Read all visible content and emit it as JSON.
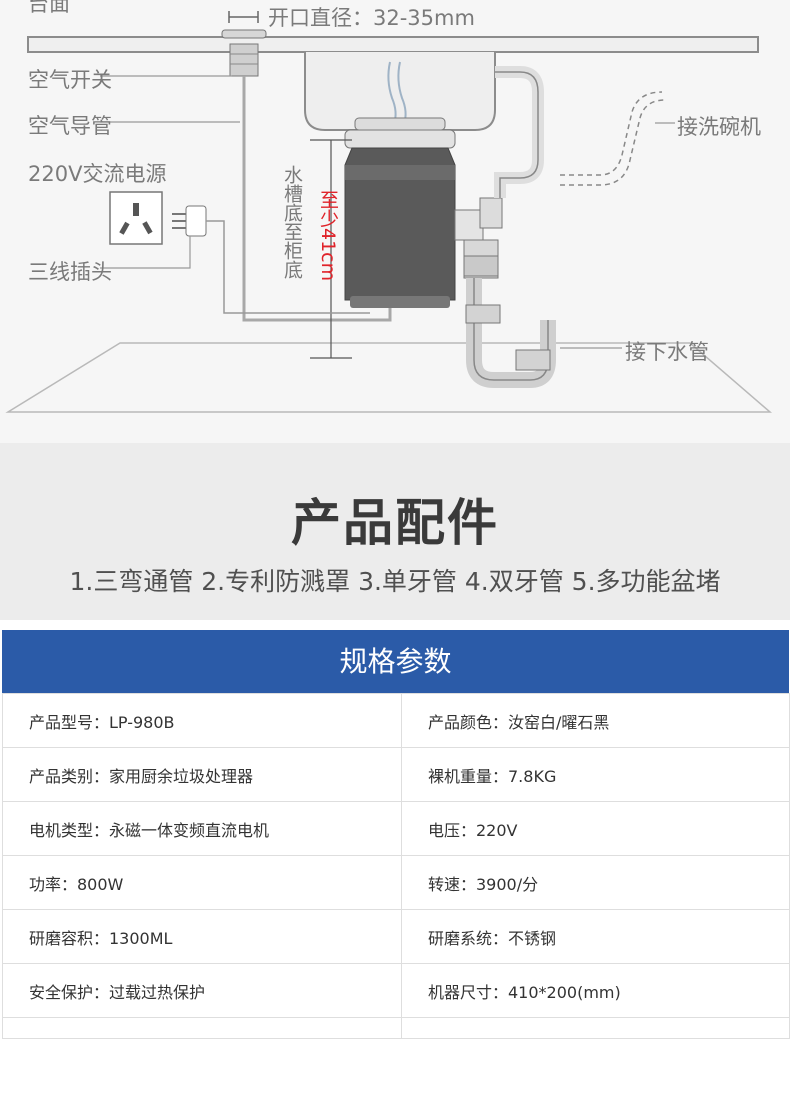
{
  "diagram": {
    "labels": {
      "countertop": "台面",
      "opening": "开口直径：32-35mm",
      "air_switch": "空气开关",
      "air_tube": "空气导管",
      "power": "220V交流电源",
      "plug": "三线插头",
      "height": "水槽底至柜底",
      "min_height": "至少41cm",
      "dishwasher": "接洗碗机",
      "drain": "接下水管"
    }
  },
  "accessories": {
    "title": "产品配件",
    "list": "1.三弯通管  2.专利防溅罩  3.单牙管  4.双牙管  5.多功能盆堵"
  },
  "specs": {
    "title": "规格参数",
    "rows": [
      [
        "产品型号：LP-980B",
        "产品颜色：汝窑白/曜石黑"
      ],
      [
        "产品类别：家用厨余垃圾处理器",
        "裸机重量：7.8KG"
      ],
      [
        "电机类型：永磁一体变频直流电机",
        "电压：220V"
      ],
      [
        "功率：800W",
        "转速：3900/分"
      ],
      [
        "研磨容积：1300ML",
        "研磨系统：不锈钢"
      ],
      [
        "安全保护：过载过热保护",
        "机器尺寸：410*200(mm)"
      ]
    ]
  },
  "colors": {
    "header_blue": "#2b5ba8",
    "measure_red": "#e0232a"
  }
}
